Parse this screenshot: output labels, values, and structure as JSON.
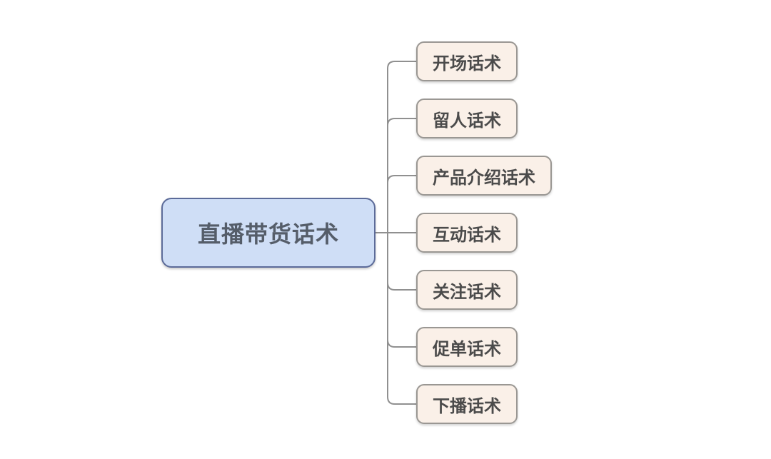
{
  "colors": {
    "background": "#ffffff",
    "root_fill": "#cfdef6",
    "root_border": "#5c6b99",
    "root_text": "#555d69",
    "child_fill": "#faf0e8",
    "child_border": "#9a9793",
    "child_text": "#4b4b4b",
    "line": "#909090"
  },
  "root": {
    "label": "直播带货话术"
  },
  "children": [
    {
      "label": "开场话术"
    },
    {
      "label": "留人话术"
    },
    {
      "label": "产品介绍话术"
    },
    {
      "label": "互动话术"
    },
    {
      "label": "关注话术"
    },
    {
      "label": "促单话术"
    },
    {
      "label": "下播话术"
    }
  ]
}
